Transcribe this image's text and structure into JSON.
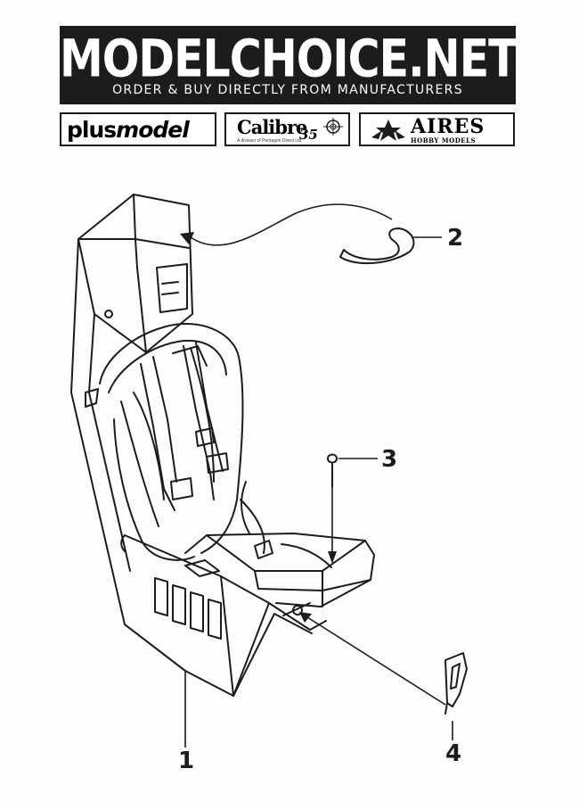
{
  "banner": {
    "title": "MODELCHOICE.NET",
    "subtitle": "ORDER & BUY DIRECTLY FROM MANUFACTURERS"
  },
  "logos": {
    "plusmodel": {
      "part1": "plus",
      "part2": "model"
    },
    "calibre": {
      "word": "Calibre",
      "number": "35",
      "tagline": "A division of Pentagon Direct Ltd."
    },
    "aires": {
      "word": "AIRES",
      "sub": "HOBBY MODELS"
    }
  },
  "callouts": {
    "c1": "1",
    "c2": "2",
    "c3": "3",
    "c4": "4"
  },
  "colors": {
    "ink": "#1c1c1c",
    "paper": "#fdfdfd"
  },
  "icons": [
    "ejection-seat-illustration",
    "arrow-icon",
    "star-icon",
    "target-icon"
  ]
}
